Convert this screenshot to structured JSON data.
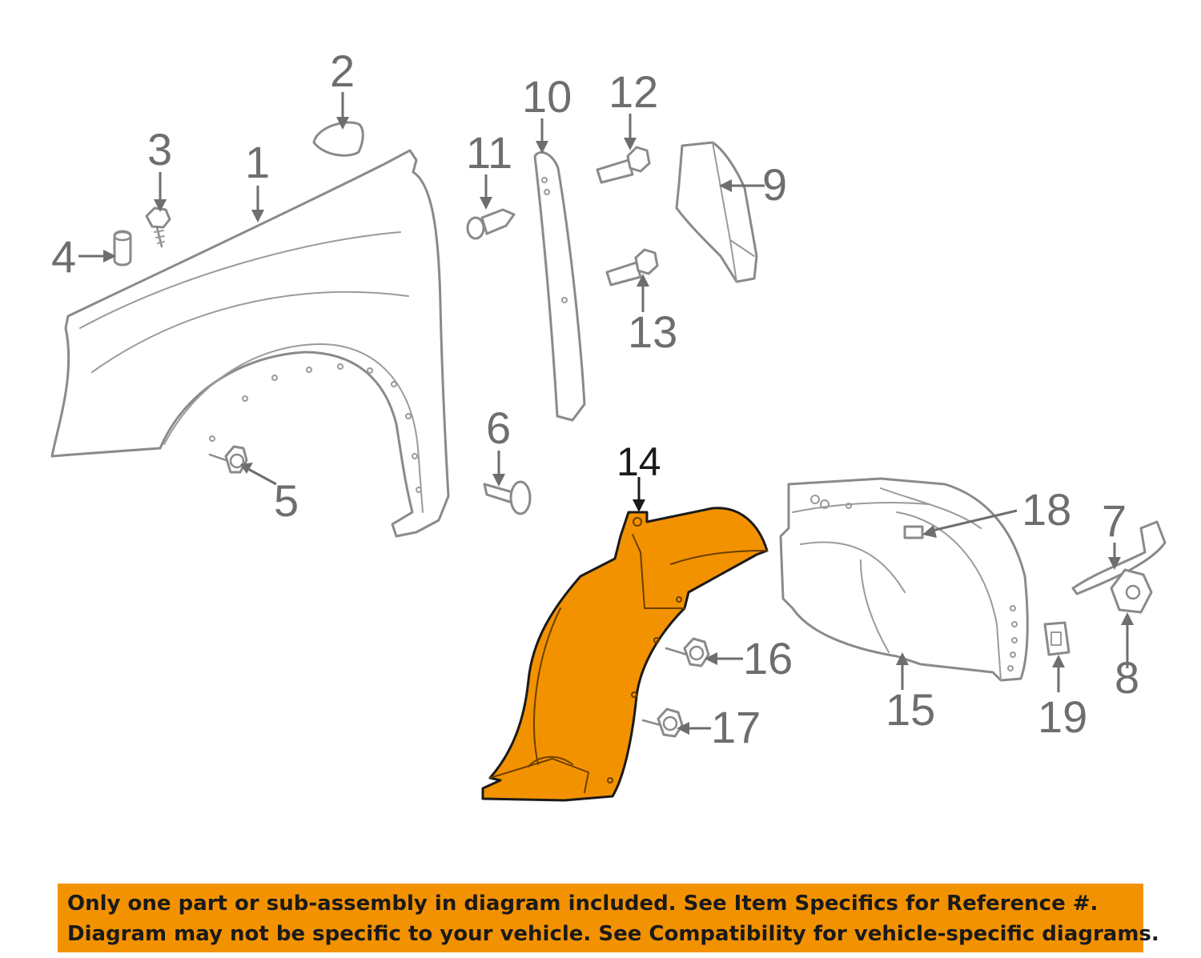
{
  "diagram": {
    "callouts": [
      {
        "id": "1",
        "label": "1"
      },
      {
        "id": "2",
        "label": "2"
      },
      {
        "id": "3",
        "label": "3"
      },
      {
        "id": "4",
        "label": "4"
      },
      {
        "id": "5",
        "label": "5"
      },
      {
        "id": "6",
        "label": "6"
      },
      {
        "id": "7",
        "label": "7"
      },
      {
        "id": "8",
        "label": "8"
      },
      {
        "id": "9",
        "label": "9"
      },
      {
        "id": "10",
        "label": "10"
      },
      {
        "id": "11",
        "label": "11"
      },
      {
        "id": "12",
        "label": "12"
      },
      {
        "id": "13",
        "label": "13"
      },
      {
        "id": "14",
        "label": "14"
      },
      {
        "id": "15",
        "label": "15"
      },
      {
        "id": "16",
        "label": "16"
      },
      {
        "id": "17",
        "label": "17"
      },
      {
        "id": "18",
        "label": "18"
      },
      {
        "id": "19",
        "label": "19"
      }
    ],
    "highlighted_part": "14",
    "highlight_color": "#f39200",
    "part_color": "#8a8a8a"
  },
  "banner": {
    "line1": "Only one part or sub-assembly in diagram included. See Item Specifics for Reference #.",
    "line2": "Diagram may not be specific to your vehicle. See Compatibility for vehicle-specific diagrams.",
    "color": "#f39200"
  }
}
